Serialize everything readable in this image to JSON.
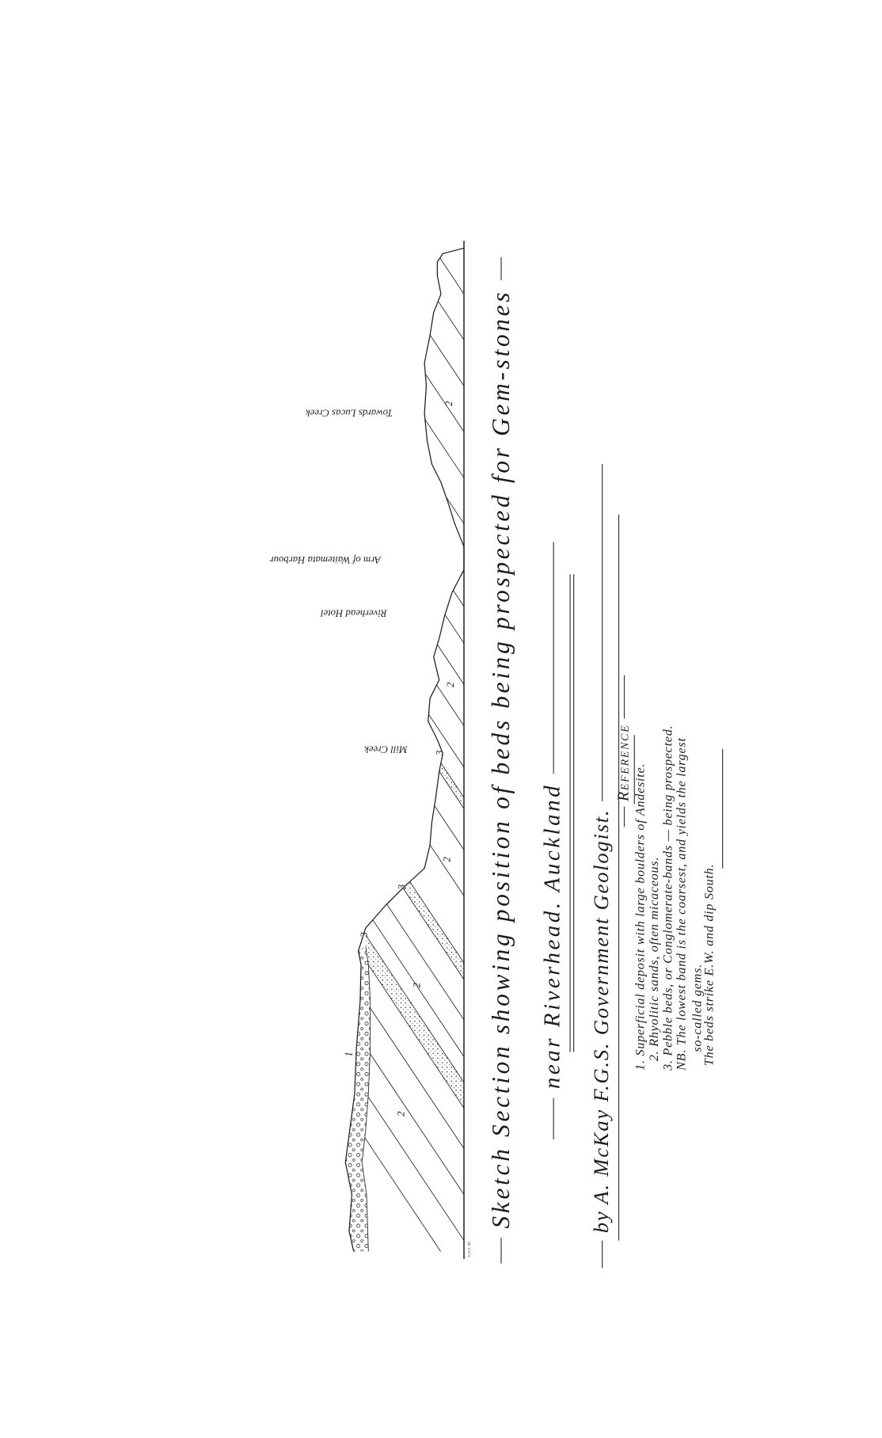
{
  "title": "Sketch Section showing position of beds being prospected for Gem-stones",
  "subtitle": "near Riverhead. Auckland",
  "author": "by A. McKay F.G.S. Government Geologist.",
  "reference": {
    "heading": "Reference",
    "lines": [
      "1. Superficial deposit with large boulders of Andesite.",
      "2. Rhyolitic sands, often micaceous.",
      "3. Pebble beds, or Conglomerate-bands — being prospected.",
      "NB. The lowest band is the coarsest, and yields the largest",
      "so-called gems.",
      "The beds strike E.W. and dip South."
    ]
  },
  "places": {
    "lucas": "Towards Lucas Creek",
    "harbour": "Arm of Waitemata Harbour",
    "hotel": "Riverhead Hotel",
    "mill": "Mill Creek"
  },
  "strata_labels": {
    "a": "2",
    "b": "1",
    "c": "2",
    "d": "3",
    "e": "3",
    "f": "2",
    "g": "3",
    "h": "2",
    "i": "2"
  },
  "draughtsman_mark": "C.R.F. lith."
}
